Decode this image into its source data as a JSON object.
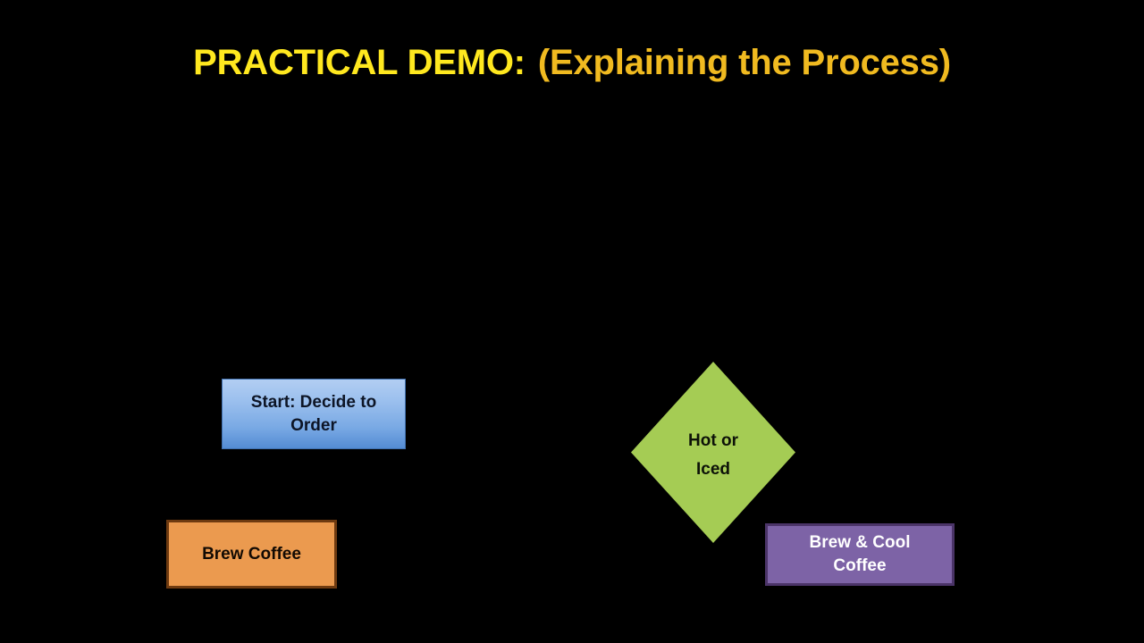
{
  "slide": {
    "background_color": "#000000",
    "title": {
      "main_text": "PRACTICAL DEMO:",
      "sub_text": "(Explaining the Process)",
      "main_color": "#ffe81f",
      "sub_color": "#f0ba20"
    }
  },
  "diagram": {
    "type": "flowchart",
    "nodes": [
      {
        "id": "start",
        "label": "Start: Decide to Order",
        "shape": "rectangle",
        "fill_color": "#9cc0ee",
        "border_color": "#3f6fae",
        "text_color": "#0d1526"
      },
      {
        "id": "brew_coffee",
        "label": "Brew Coffee",
        "shape": "rectangle",
        "fill_color": "#eb9a4f",
        "border_color": "#6e3a10",
        "text_color": "#120a03"
      },
      {
        "id": "decision",
        "label_line1": "Hot or",
        "label_line2": "Iced",
        "shape": "diamond",
        "fill_color": "#a5cc54",
        "border_color": "#a5cc54",
        "text_color": "#0d1208"
      },
      {
        "id": "brew_cool_coffee",
        "label_line1": "Brew & Cool",
        "label_line2": "Coffee",
        "shape": "rectangle",
        "fill_color": "#7d63a6",
        "border_color": "#4b3468",
        "text_color": "#ffffff"
      }
    ]
  }
}
